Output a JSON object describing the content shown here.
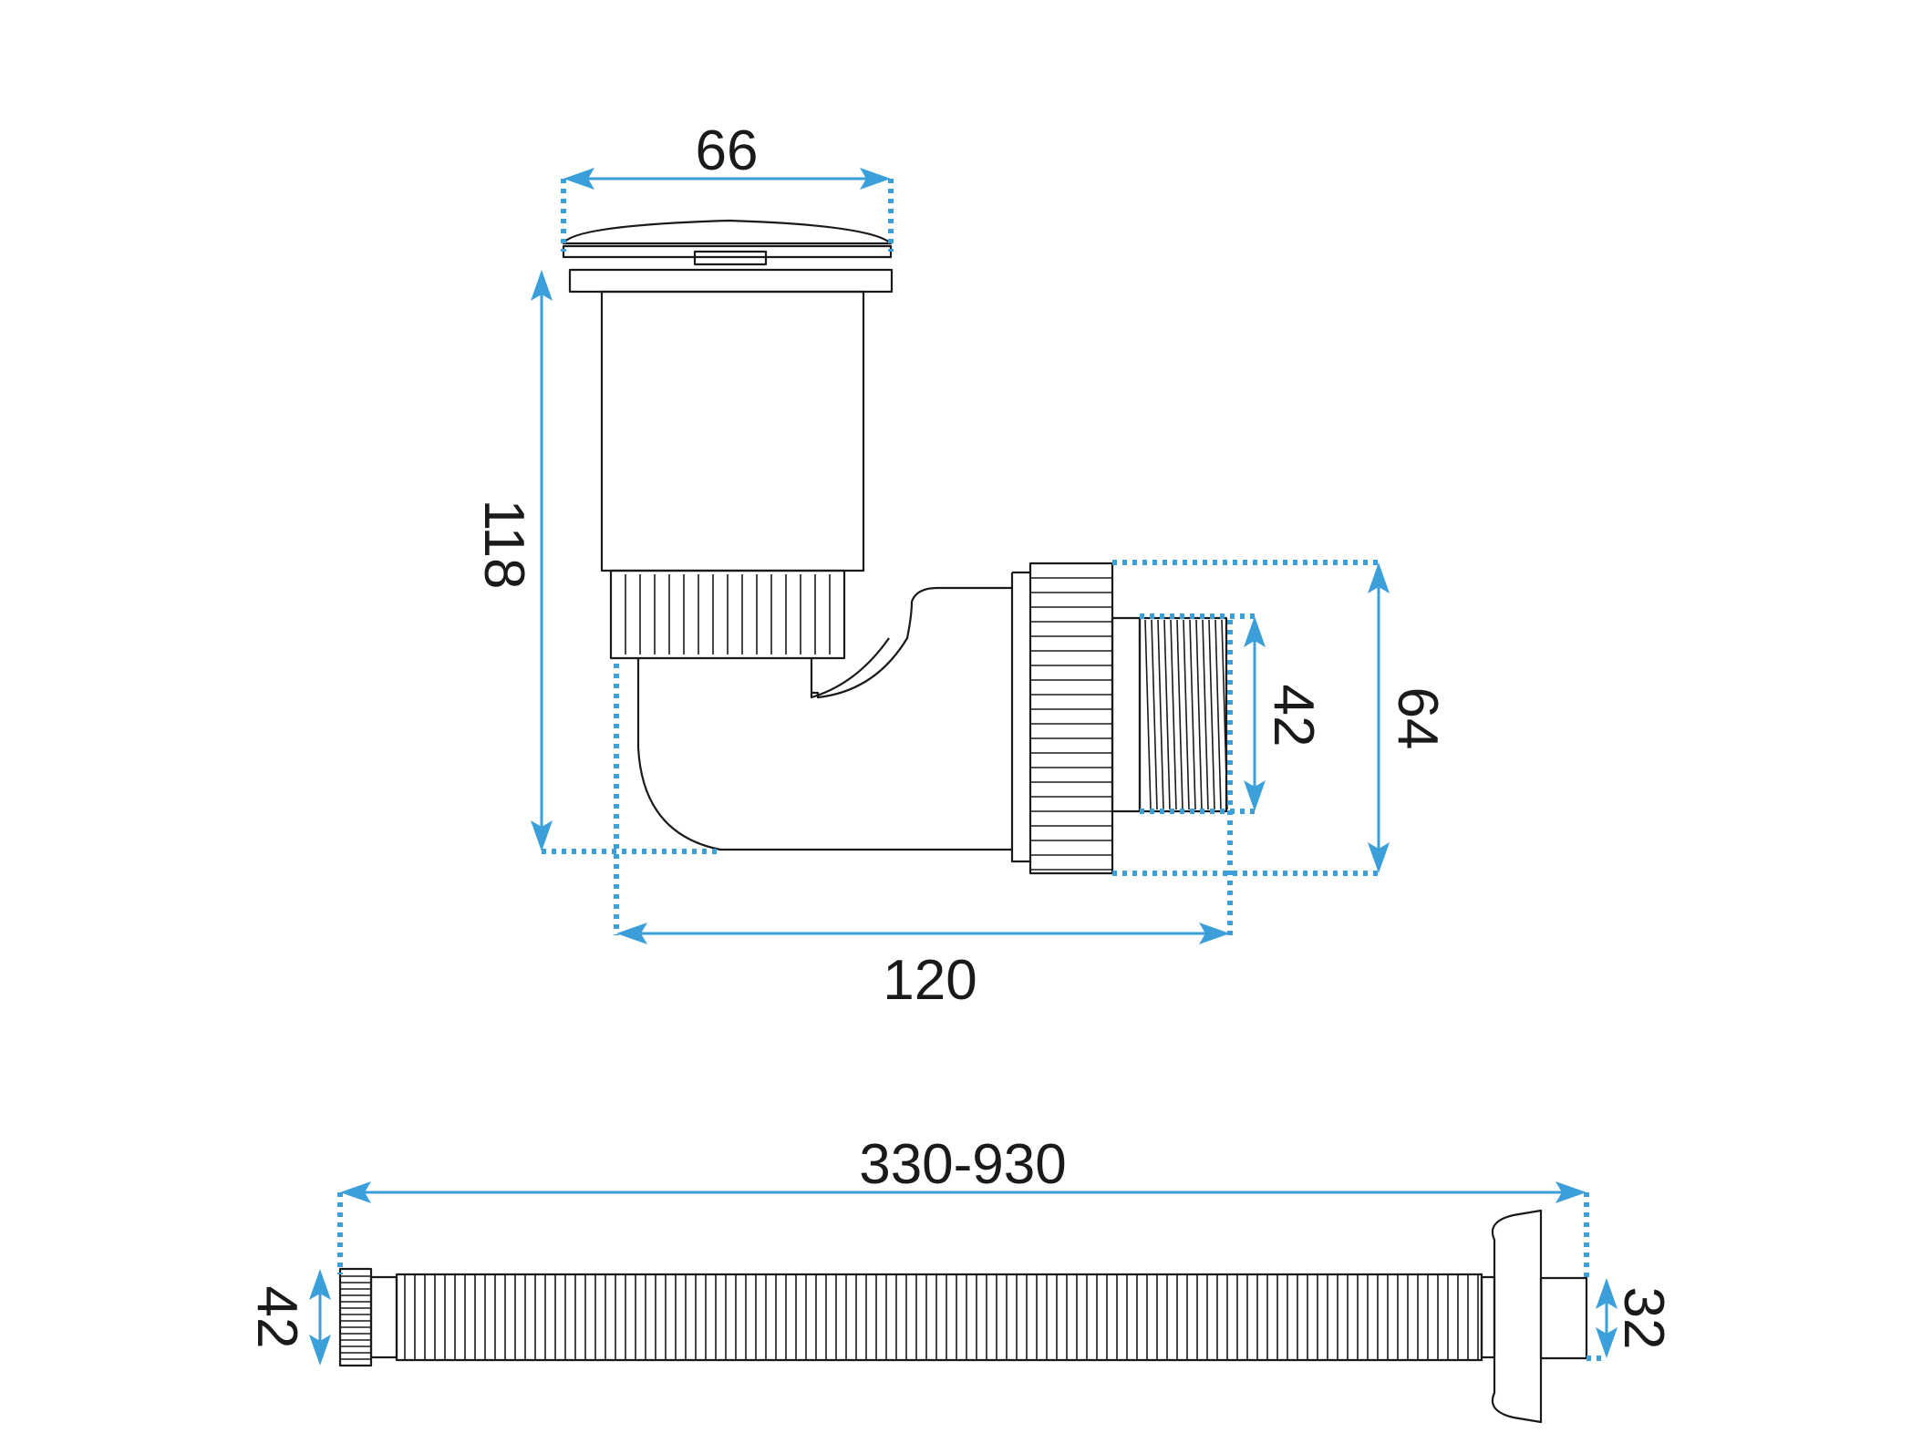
{
  "colors": {
    "dimension": "#3b9fd9",
    "line": "#1a1a1a",
    "background": "#ffffff"
  },
  "dimensions": {
    "cap_width": "66",
    "drain_height": "118",
    "thread_diameter": "42",
    "nut_diameter": "64",
    "elbow_length": "120",
    "hose_length": "330-930",
    "hose_end_diameter_left": "42",
    "hose_end_diameter_right": "32"
  }
}
